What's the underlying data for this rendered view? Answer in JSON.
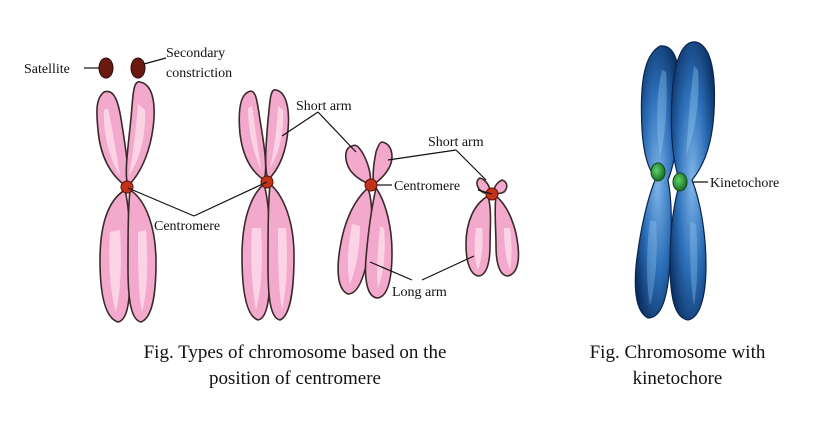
{
  "labels": {
    "satellite": "Satellite",
    "secondary_constriction_1": "Secondary",
    "secondary_constriction_2": "constriction",
    "short_arm_1": "Short arm",
    "short_arm_2": "Short arm",
    "centromere_1": "Centromere",
    "centromere_2": "Centromere",
    "long_arm": "Long arm",
    "kinetochore": "Kinetochore"
  },
  "captions": {
    "left_line1": "Fig. Types of chromosome based on the",
    "left_line2": "position of centromere",
    "right_line1": "Fig. Chromosome with",
    "right_line2": "kinetochore"
  },
  "colors": {
    "arm_fill": "#f3a9cc",
    "centromere": "#c2331a",
    "satellite": "#6b1a10",
    "kinetochore": "#2f9a3a",
    "stained_chromosome": "#1c5ea8"
  }
}
